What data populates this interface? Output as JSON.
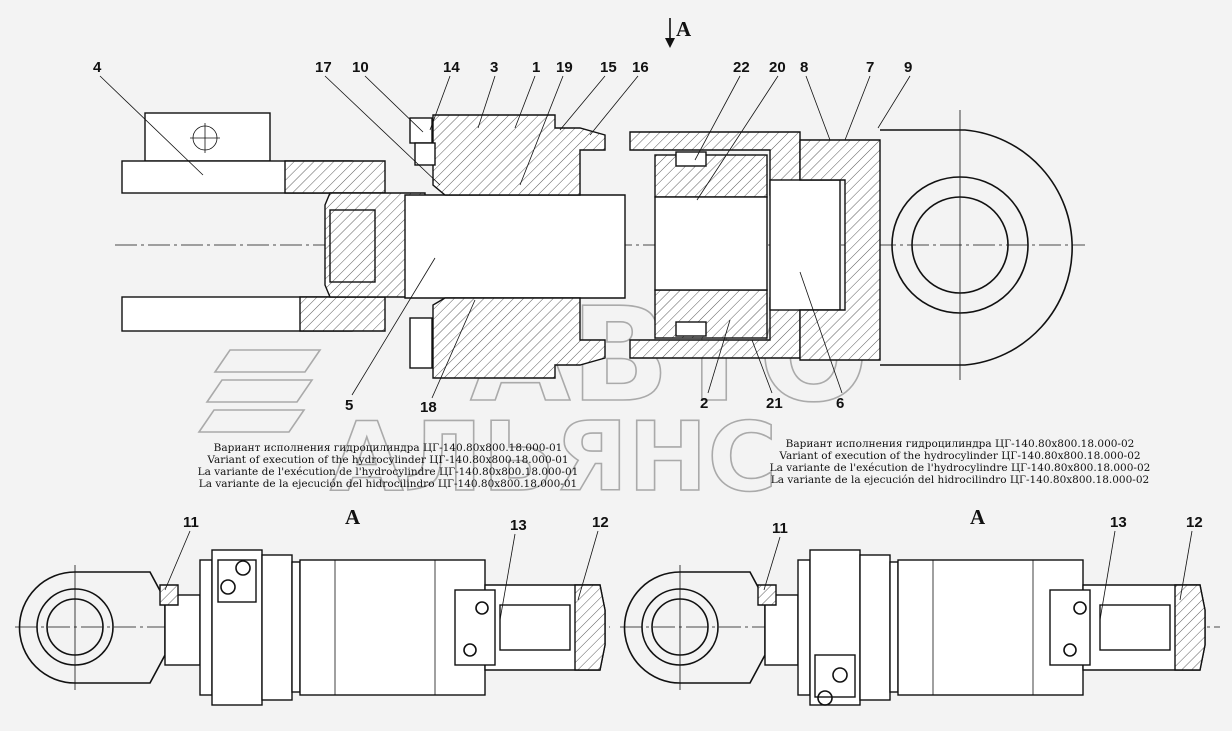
{
  "view_marker_top": "A",
  "callouts_top": [
    "4",
    "17",
    "10",
    "14",
    "3",
    "1",
    "19",
    "15",
    "16",
    "22",
    "20",
    "8",
    "7",
    "9",
    "5",
    "18",
    "2",
    "21",
    "6"
  ],
  "variant_01": {
    "ru": "Вариант исполнения гидроцилиндра ЦГ-140.80х800.18.000-01",
    "en": "Variant of execution of the hydrocylinder ЦГ-140.80х800.18.000-01",
    "fr": "La variante de l'exécution de l'hydrocylindre ЦГ-140.80х800.18.000-01",
    "es": "La variante de la ejecución del hidrocilindro ЦГ-140.80х800.18.000-01"
  },
  "variant_02": {
    "ru": "Вариант исполнения гидроцилиндра ЦГ-140.80х800.18.000-02",
    "en": "Variant of execution of the hydrocylinder ЦГ-140.80х800.18.000-02",
    "fr": "La variante de l'exécution de l'hydrocylindre ЦГ-140.80х800.18.000-02",
    "es": "La variante de la ejecución del hidrocilindro ЦГ-140.80х800.18.000-02"
  },
  "view_left": "A",
  "view_right": "A",
  "callouts_left": [
    "11",
    "13",
    "12"
  ],
  "callouts_right": [
    "11",
    "13",
    "12"
  ],
  "watermark": [
    "АВТО",
    "АЛЬЯНС"
  ],
  "colors": {
    "ink": "#111111",
    "paper": "#f3f3f3",
    "watermark": "#aaaaaa"
  }
}
